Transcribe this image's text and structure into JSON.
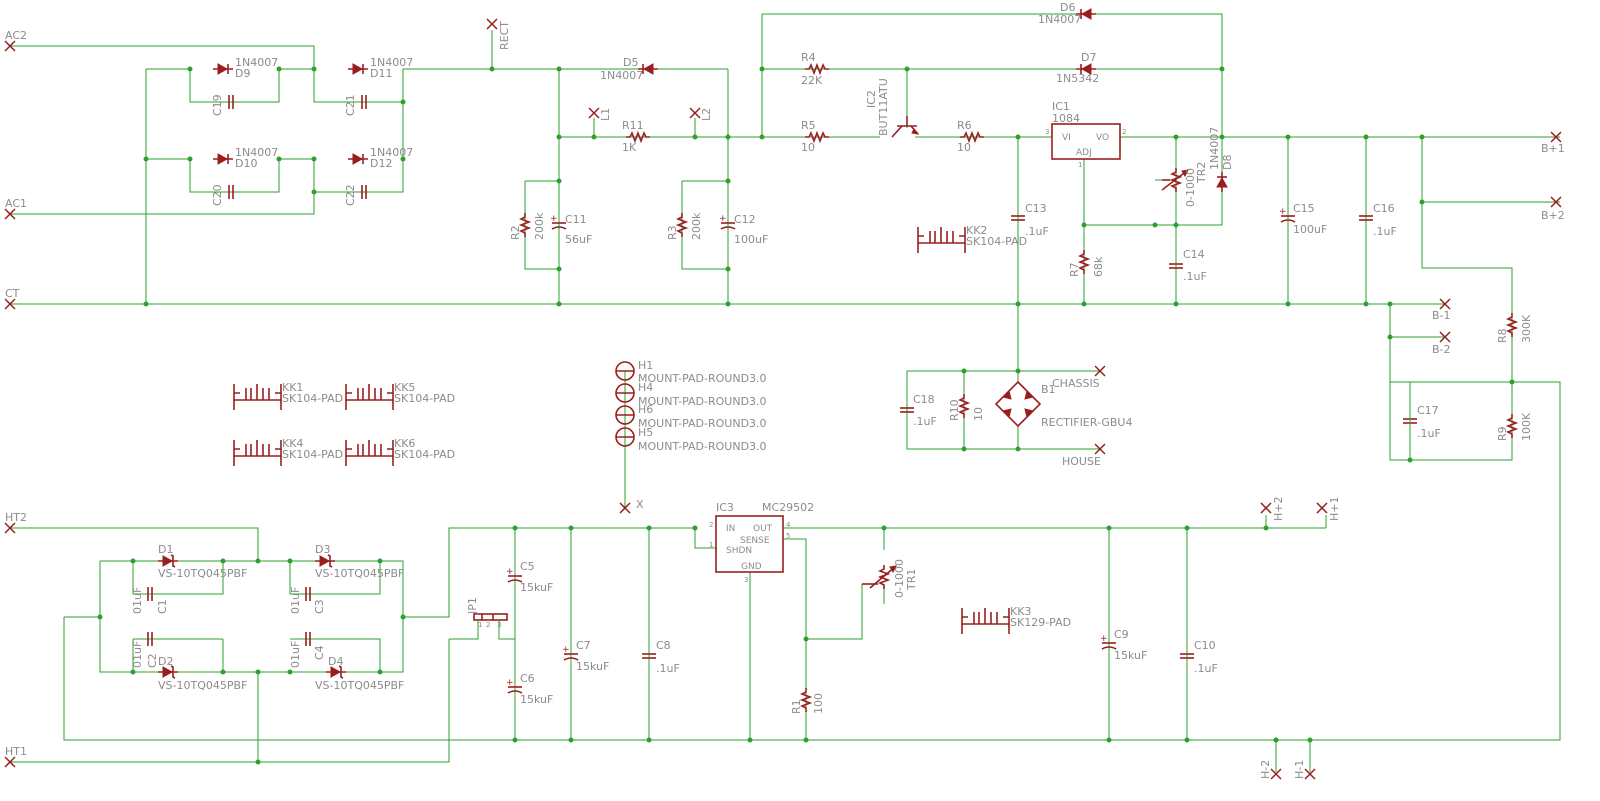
{
  "colors": {
    "wire": "#2ea02e",
    "part": "#9a1e1e",
    "label": "#8c8c8c",
    "background": "#ffffff"
  },
  "nets": {
    "ac2": "AC2",
    "ac1": "AC1",
    "ct": "CT",
    "ht2": "HT2",
    "ht1": "HT1",
    "rect": "RECT",
    "l1": "L1",
    "l2": "L2",
    "x": "X",
    "bp1": "B+1",
    "bp2": "B+2",
    "bm1": "B-1",
    "bm2": "B-2",
    "chassis": "CHASSIS",
    "house": "HOUSE",
    "hp2": "H+2",
    "hp1": "H+1",
    "hm2": "H-2",
    "hm1": "H-1"
  },
  "parts": {
    "d9": {
      "name": "D9",
      "value": "1N4007"
    },
    "d11": {
      "name": "D11",
      "value": "1N4007"
    },
    "d10": {
      "name": "D10",
      "value": "1N4007"
    },
    "d12": {
      "name": "D12",
      "value": "1N4007"
    },
    "c19": {
      "name": "C19"
    },
    "c20": {
      "name": "C20"
    },
    "c21": {
      "name": "C21"
    },
    "c22": {
      "name": "C22"
    },
    "d5": {
      "name": "D5",
      "value": "1N4007"
    },
    "d6": {
      "name": "D6",
      "value": "1N4007"
    },
    "d7": {
      "name": "D7",
      "value": "1N5342"
    },
    "d8": {
      "name": "D8",
      "value": "1N4007"
    },
    "r4": {
      "name": "R4",
      "value": "22K"
    },
    "r5": {
      "name": "R5",
      "value": "10"
    },
    "r6": {
      "name": "R6",
      "value": "10"
    },
    "r11": {
      "name": "R11",
      "value": "1K"
    },
    "r2": {
      "name": "R2",
      "value": "200k"
    },
    "r3": {
      "name": "R3",
      "value": "200k"
    },
    "r7": {
      "name": "R7",
      "value": "68k"
    },
    "r8": {
      "name": "R8",
      "value": "300K"
    },
    "r9": {
      "name": "R9",
      "value": "100K"
    },
    "r10": {
      "name": "R10",
      "value": "10"
    },
    "r1": {
      "name": "R1",
      "value": "100"
    },
    "c11": {
      "name": "C11",
      "value": "56uF"
    },
    "c12": {
      "name": "C12",
      "value": "100uF"
    },
    "c13": {
      "name": "C13",
      "value": ".1uF"
    },
    "c14": {
      "name": "C14",
      "value": ".1uF"
    },
    "c15": {
      "name": "C15",
      "value": "100uF"
    },
    "c16": {
      "name": "C16",
      "value": ".1uF"
    },
    "c17": {
      "name": "C17",
      "value": ".1uF"
    },
    "c18": {
      "name": "C18",
      "value": ".1uF"
    },
    "ic2": {
      "name": "IC2",
      "value": "BUT11ATU"
    },
    "ic1": {
      "name": "IC1",
      "value": "1084",
      "pin_vi": "VI",
      "pin_vo": "VO",
      "pin_adj": "ADJ",
      "pin1": "1",
      "pin2": "2",
      "pin3": "3"
    },
    "tr2": {
      "name": "TR2",
      "value": "0-1000"
    },
    "tr1": {
      "name": "TR1",
      "value": "0-1000"
    },
    "kk2": {
      "name": "KK2",
      "value": "SK104-PAD"
    },
    "kk1": {
      "name": "KK1",
      "value": "SK104-PAD"
    },
    "kk5": {
      "name": "KK5",
      "value": "SK104-PAD"
    },
    "kk4": {
      "name": "KK4",
      "value": "SK104-PAD"
    },
    "kk6": {
      "name": "KK6",
      "value": "SK104-PAD"
    },
    "kk3": {
      "name": "KK3",
      "value": "SK129-PAD"
    },
    "h1": {
      "name": "H1",
      "value": "MOUNT-PAD-ROUND3.0"
    },
    "h4": {
      "name": "H4",
      "value": "MOUNT-PAD-ROUND3.0"
    },
    "h6": {
      "name": "H6",
      "value": "MOUNT-PAD-ROUND3.0"
    },
    "h5": {
      "name": "H5",
      "value": "MOUNT-PAD-ROUND3.0"
    },
    "b1": {
      "name": "B1",
      "value": "RECTIFIER-GBU4"
    },
    "d1": {
      "name": "D1",
      "value": "VS-10TQ045PBF"
    },
    "d2": {
      "name": "D2",
      "value": "VS-10TQ045PBF"
    },
    "d3": {
      "name": "D3",
      "value": "VS-10TQ045PBF"
    },
    "d4": {
      "name": "D4",
      "value": "VS-10TQ045PBF"
    },
    "c1": {
      "name": "C1",
      "value": "01uF"
    },
    "c2": {
      "name": "C2",
      "value": "01uF"
    },
    "c3": {
      "name": "C3",
      "value": "01uF"
    },
    "c4": {
      "name": "C4",
      "value": "01uF"
    },
    "jp1": {
      "name": "JP1",
      "pin1": "1",
      "pin2": "2",
      "pin3": "3"
    },
    "c5": {
      "name": "C5",
      "value": "15kuF"
    },
    "c6": {
      "name": "C6",
      "value": "15kuF"
    },
    "c7": {
      "name": "C7",
      "value": "15kuF"
    },
    "c8": {
      "name": "C8",
      "value": ".1uF"
    },
    "c9": {
      "name": "C9",
      "value": "15kuF"
    },
    "c10": {
      "name": "C10",
      "value": ".1uF"
    },
    "ic3": {
      "name": "IC3",
      "value": "MC29502",
      "pin_in": "IN",
      "pin_out": "OUT",
      "pin_sense": "SENSE",
      "pin_shdn": "SHDN",
      "pin_gnd": "GND",
      "pin1": "1",
      "pin2": "2",
      "pin3": "3",
      "pin4": "4",
      "pin5": "5"
    }
  }
}
